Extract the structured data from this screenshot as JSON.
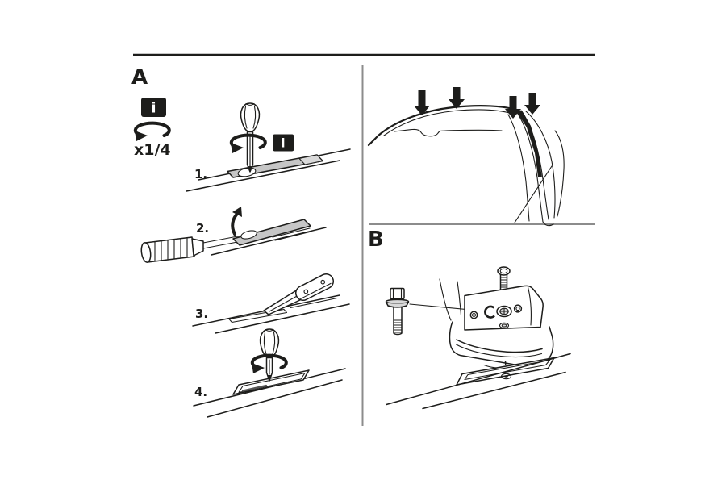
{
  "colors": {
    "ink": "#1d1d1b",
    "divider": "#8c8c8c",
    "strip": "#c6c6c6",
    "shade": "#d9d9d9",
    "paper": "#ffffff"
  },
  "section_a": {
    "label": "A",
    "info_icon_glyph": "i",
    "rotation_label": "x1/4",
    "step1_info_icon_glyph": "i",
    "steps": [
      {
        "label": "1."
      },
      {
        "label": "2."
      },
      {
        "label": "3."
      },
      {
        "label": "4."
      }
    ]
  },
  "roof_overview": {
    "mount_arrow_count": 4
  },
  "section_b": {
    "label": "B"
  }
}
